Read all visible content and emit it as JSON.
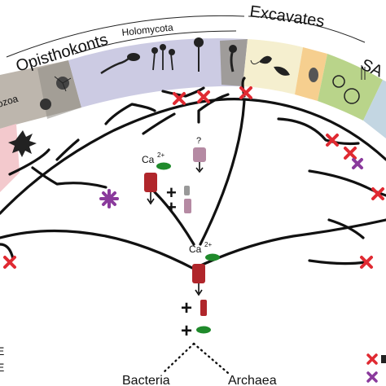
{
  "groups": {
    "opisthokonts": "Opisthokonts",
    "holomycota": "Holomycota",
    "excavates": "Excavates",
    "sar_partial": "SA",
    "holozoa_partial": "ozoa"
  },
  "annotations": {
    "ca_top": "Ca",
    "ca_top_sup": "2+",
    "ca_root": "Ca",
    "ca_root_sup": "2+",
    "question": "?",
    "plus_1": "+",
    "plus_2": "+",
    "plus_3": "+",
    "plus_4": "+"
  },
  "roots": {
    "bacteria": "Bacteria",
    "archaea": "Archaea"
  },
  "colors": {
    "holozoa_band": "#bdb6ad",
    "holomycota_band": "#cccbe3",
    "excavates_band": "#f5efcf",
    "excavates_orange": "#f6cf8f",
    "excavates_green": "#b9d48a",
    "sar_band": "#c3d6e2",
    "pink_band": "#f3c9cd",
    "loss_marker": "#e02a32",
    "gain_marker": "#8a3a9c",
    "channel_red": "#b0262b",
    "channel_mauve": "#b58aa3",
    "sensor_green": "#1f8a2b"
  },
  "legend_partial": [
    "E",
    "E"
  ]
}
